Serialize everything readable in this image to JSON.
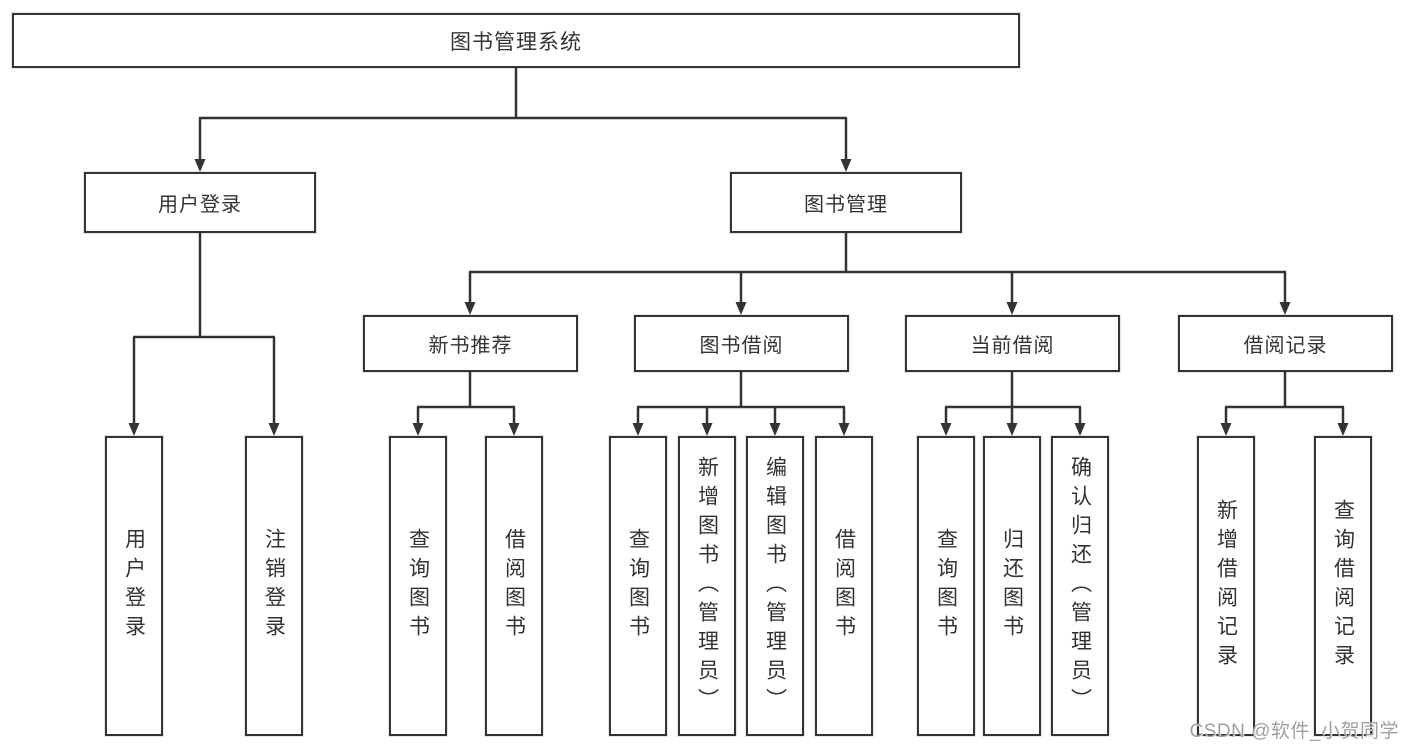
{
  "diagram": {
    "root": {
      "label": "图书管理系统",
      "children": [
        {
          "label": "用户登录",
          "children": [
            {
              "label": "用户登录"
            },
            {
              "label": "注销登录"
            }
          ]
        },
        {
          "label": "图书管理",
          "children": [
            {
              "label": "新书推荐",
              "children": [
                {
                  "label": "查询图书"
                },
                {
                  "label": "借阅图书"
                }
              ]
            },
            {
              "label": "图书借阅",
              "children": [
                {
                  "label": "查询图书"
                },
                {
                  "label": "新增图书（管理员）"
                },
                {
                  "label": "编辑图书（管理员）"
                },
                {
                  "label": "借阅图书"
                }
              ]
            },
            {
              "label": "当前借阅",
              "children": [
                {
                  "label": "查询图书"
                },
                {
                  "label": "归还图书"
                },
                {
                  "label": "确认归还（管理员）"
                }
              ]
            },
            {
              "label": "借阅记录",
              "children": [
                {
                  "label": "新增借阅记录"
                },
                {
                  "label": "查询借阅记录"
                }
              ]
            }
          ]
        }
      ]
    }
  },
  "watermark": {
    "text": "CSDN @软件_小贺同学"
  },
  "colors": {
    "line": "#333333",
    "text": "#333333",
    "background": "#ffffff",
    "watermark": "#9f9f9f"
  }
}
